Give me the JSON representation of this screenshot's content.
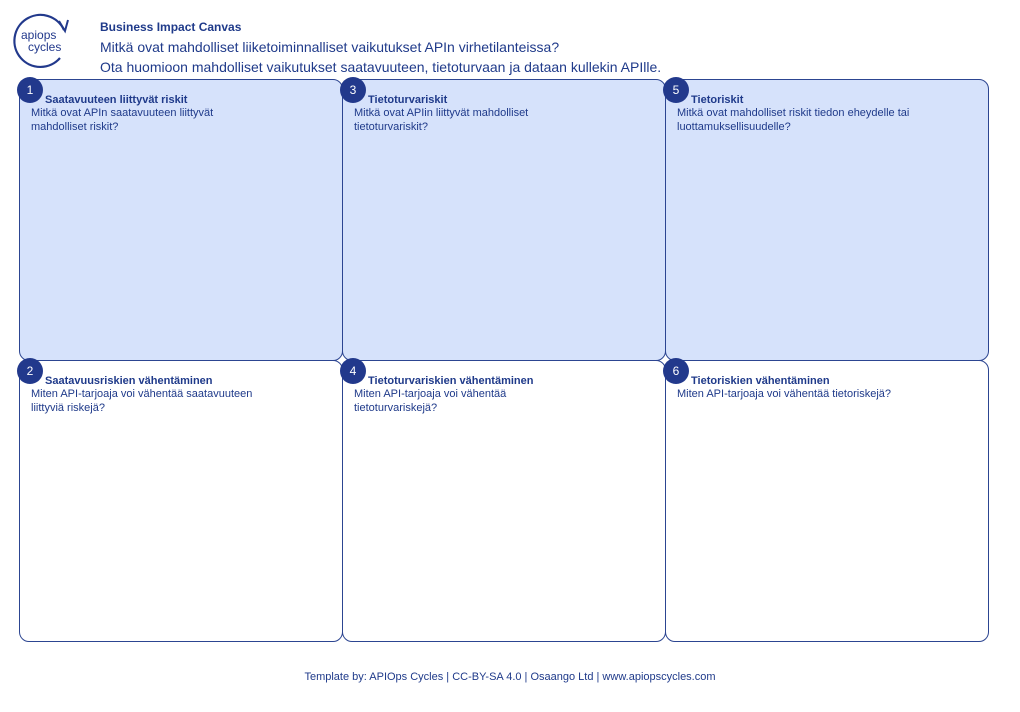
{
  "logo": {
    "line1": "apiops",
    "line2": "cycles"
  },
  "header": {
    "title": "Business Impact Canvas",
    "subtitle1": "Mitkä ovat mahdolliset liiketoiminnalliset vaikutukset APIn virhetilanteissa?",
    "subtitle2": "Ota huomioon mahdolliset vaikutukset saatavuuteen, tietoturvaan ja dataan kullekin APIlle."
  },
  "cards": [
    {
      "number": "1",
      "title": "Saatavuuteen liittyvät riskit",
      "desc": "Mitkä ovat APIn saatavuuteen liittyvät mahdolliset riskit?"
    },
    {
      "number": "3",
      "title": "Tietoturvariskit",
      "desc": "Mitkä ovat APIin liittyvät mahdolliset tietoturvariskit?"
    },
    {
      "number": "5",
      "title": "Tietoriskit",
      "desc": "Mitkä ovat mahdolliset riskit tiedon eheydelle tai luottamuksellisuudelle?"
    },
    {
      "number": "2",
      "title": "Saatavuusriskien vähentäminen",
      "desc": "Miten API-tarjoaja voi vähentää saatavuuteen liittyviä riskejä?"
    },
    {
      "number": "4",
      "title": "Tietoturvariskien vähentäminen",
      "desc": "Miten API-tarjoaja voi vähentää tietoturvariskejä?"
    },
    {
      "number": "6",
      "title": "Tietoriskien vähentäminen",
      "desc": "Miten API-tarjoaja voi vähentää tietoriskejä?"
    }
  ],
  "footer": {
    "text": "Template by: APIOps Cycles | CC-BY-SA 4.0 | Osaango Ltd | www.apiopscycles.com"
  },
  "colors": {
    "primary": "#22398c",
    "top_fill": "#d6e2fb",
    "border": "#2c4591"
  }
}
